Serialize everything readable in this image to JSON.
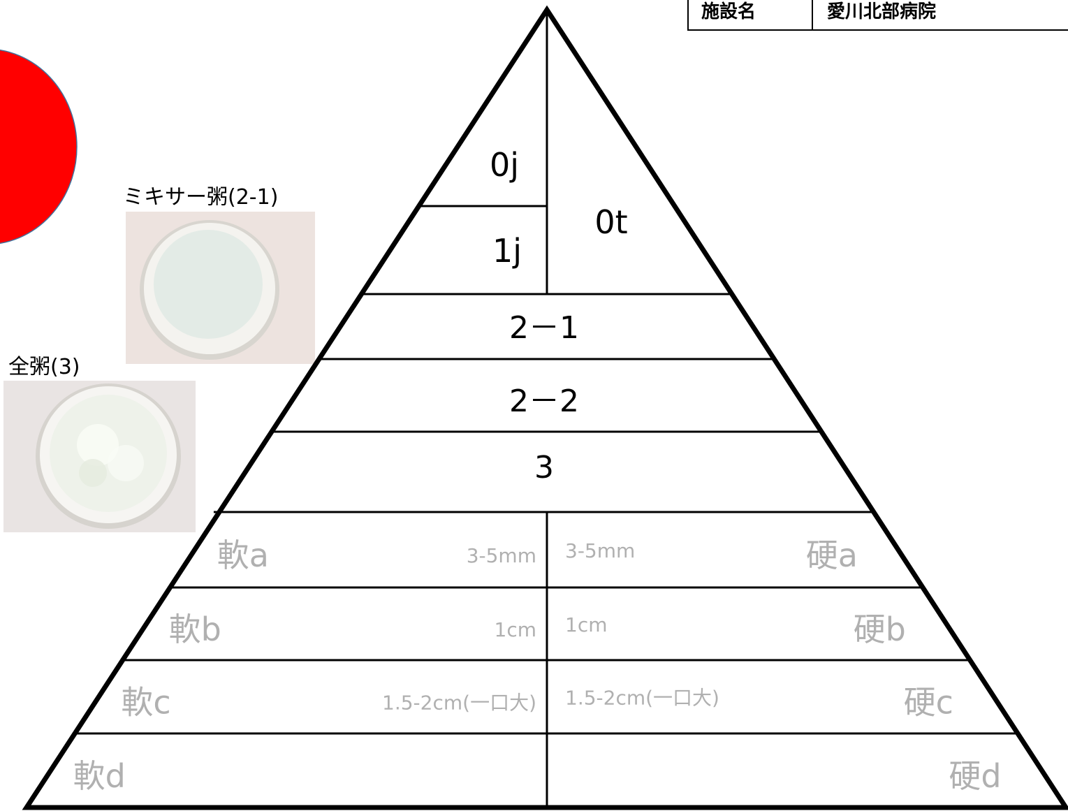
{
  "facility": {
    "label": "施設名",
    "value": "愛川北部病院"
  },
  "photos": [
    {
      "caption": "ミキサー粥(2-1)",
      "icon": "mixer-porridge-photo"
    },
    {
      "caption": "全粥(3)",
      "icon": "whole-porridge-photo"
    }
  ],
  "pyramid": {
    "top_left_upper": "0j",
    "top_left_lower": "1j",
    "top_right": "0t",
    "levels": [
      "2－1",
      "2－2",
      "3"
    ],
    "split_rows": [
      {
        "left_label": "軟a",
        "left_size": "3-5mm",
        "right_size": "3-5mm",
        "right_label": "硬a"
      },
      {
        "left_label": "軟b",
        "left_size": "1cm",
        "right_size": "1cm",
        "right_label": "硬b"
      },
      {
        "left_label": "軟c",
        "left_size": "1.5-2cm(一口大)",
        "right_size": "1.5-2cm(一口大)",
        "right_label": "硬c"
      },
      {
        "left_label": "軟d",
        "left_size": "",
        "right_size": "",
        "right_label": "硬d"
      }
    ]
  },
  "colors": {
    "outline": "#000000",
    "red_shape": "#ff0000",
    "faded_text": "#b0b0b0"
  }
}
